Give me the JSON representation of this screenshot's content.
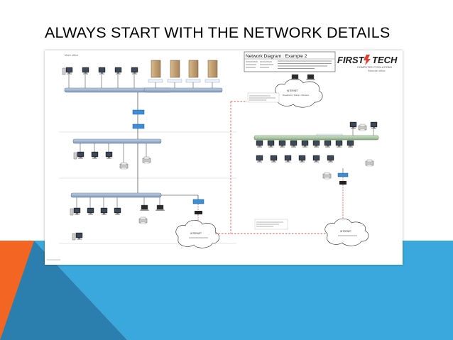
{
  "slide": {
    "title": "ALWAYS START WITH THE NETWORK DETAILS"
  },
  "diagram": {
    "header_title": "Network Diagram : Example 2",
    "logo_text_left": "FIRST",
    "logo_text_right": "TECH",
    "logo_tagline": "COMPUTER IT SOLUTIONS",
    "sections": {
      "main_office": "Main office",
      "remote_office": "Remote office"
    },
    "clouds": {
      "broadband": "Broadband / Dialup / Wireless",
      "internet_left": "INTERNET",
      "internet_right": "INTERNET"
    }
  },
  "colors": {
    "accent_orange": "#f26522",
    "accent_blue_light": "#3aa8dc",
    "accent_blue_dark": "#2a7fae",
    "switch_bar": "#8fa6c2",
    "switch_bar_green": "#9fbf9a",
    "vpn_line": "#d42020"
  },
  "icons": [
    "computer-icon",
    "server-icon",
    "printer-icon",
    "laptop-icon",
    "router-icon",
    "switch-icon",
    "firewall-icon",
    "cloud-icon"
  ]
}
